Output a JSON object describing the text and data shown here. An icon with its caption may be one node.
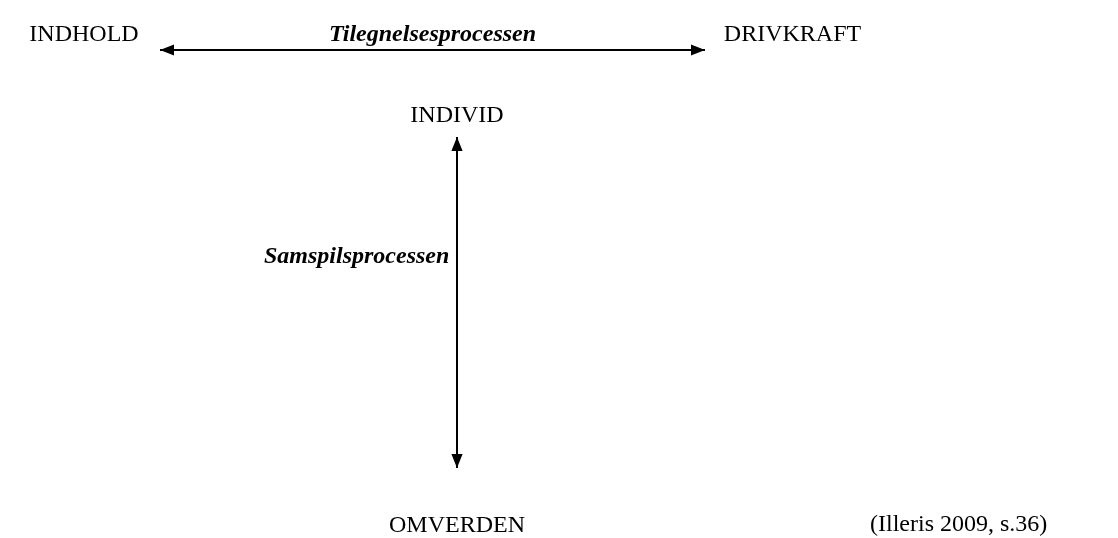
{
  "diagram": {
    "nodes": [
      {
        "text": [
          "INDHOLD"
        ]
      },
      {
        "text": [
          "DRIVKRAFT"
        ]
      },
      {
        "text": [
          "INDIVID"
        ]
      },
      {
        "text": [
          "OMVERDEN"
        ]
      }
    ],
    "edges": [
      {
        "from": 0,
        "to": 1,
        "arrow": "both",
        "label": "Tilegnelsesprocessen"
      },
      {
        "from": 2,
        "to": 3,
        "arrow": "both",
        "label": "Samspilsprocessen"
      }
    ],
    "labels": [
      "(Illeris 2009, s.36)"
    ]
  }
}
